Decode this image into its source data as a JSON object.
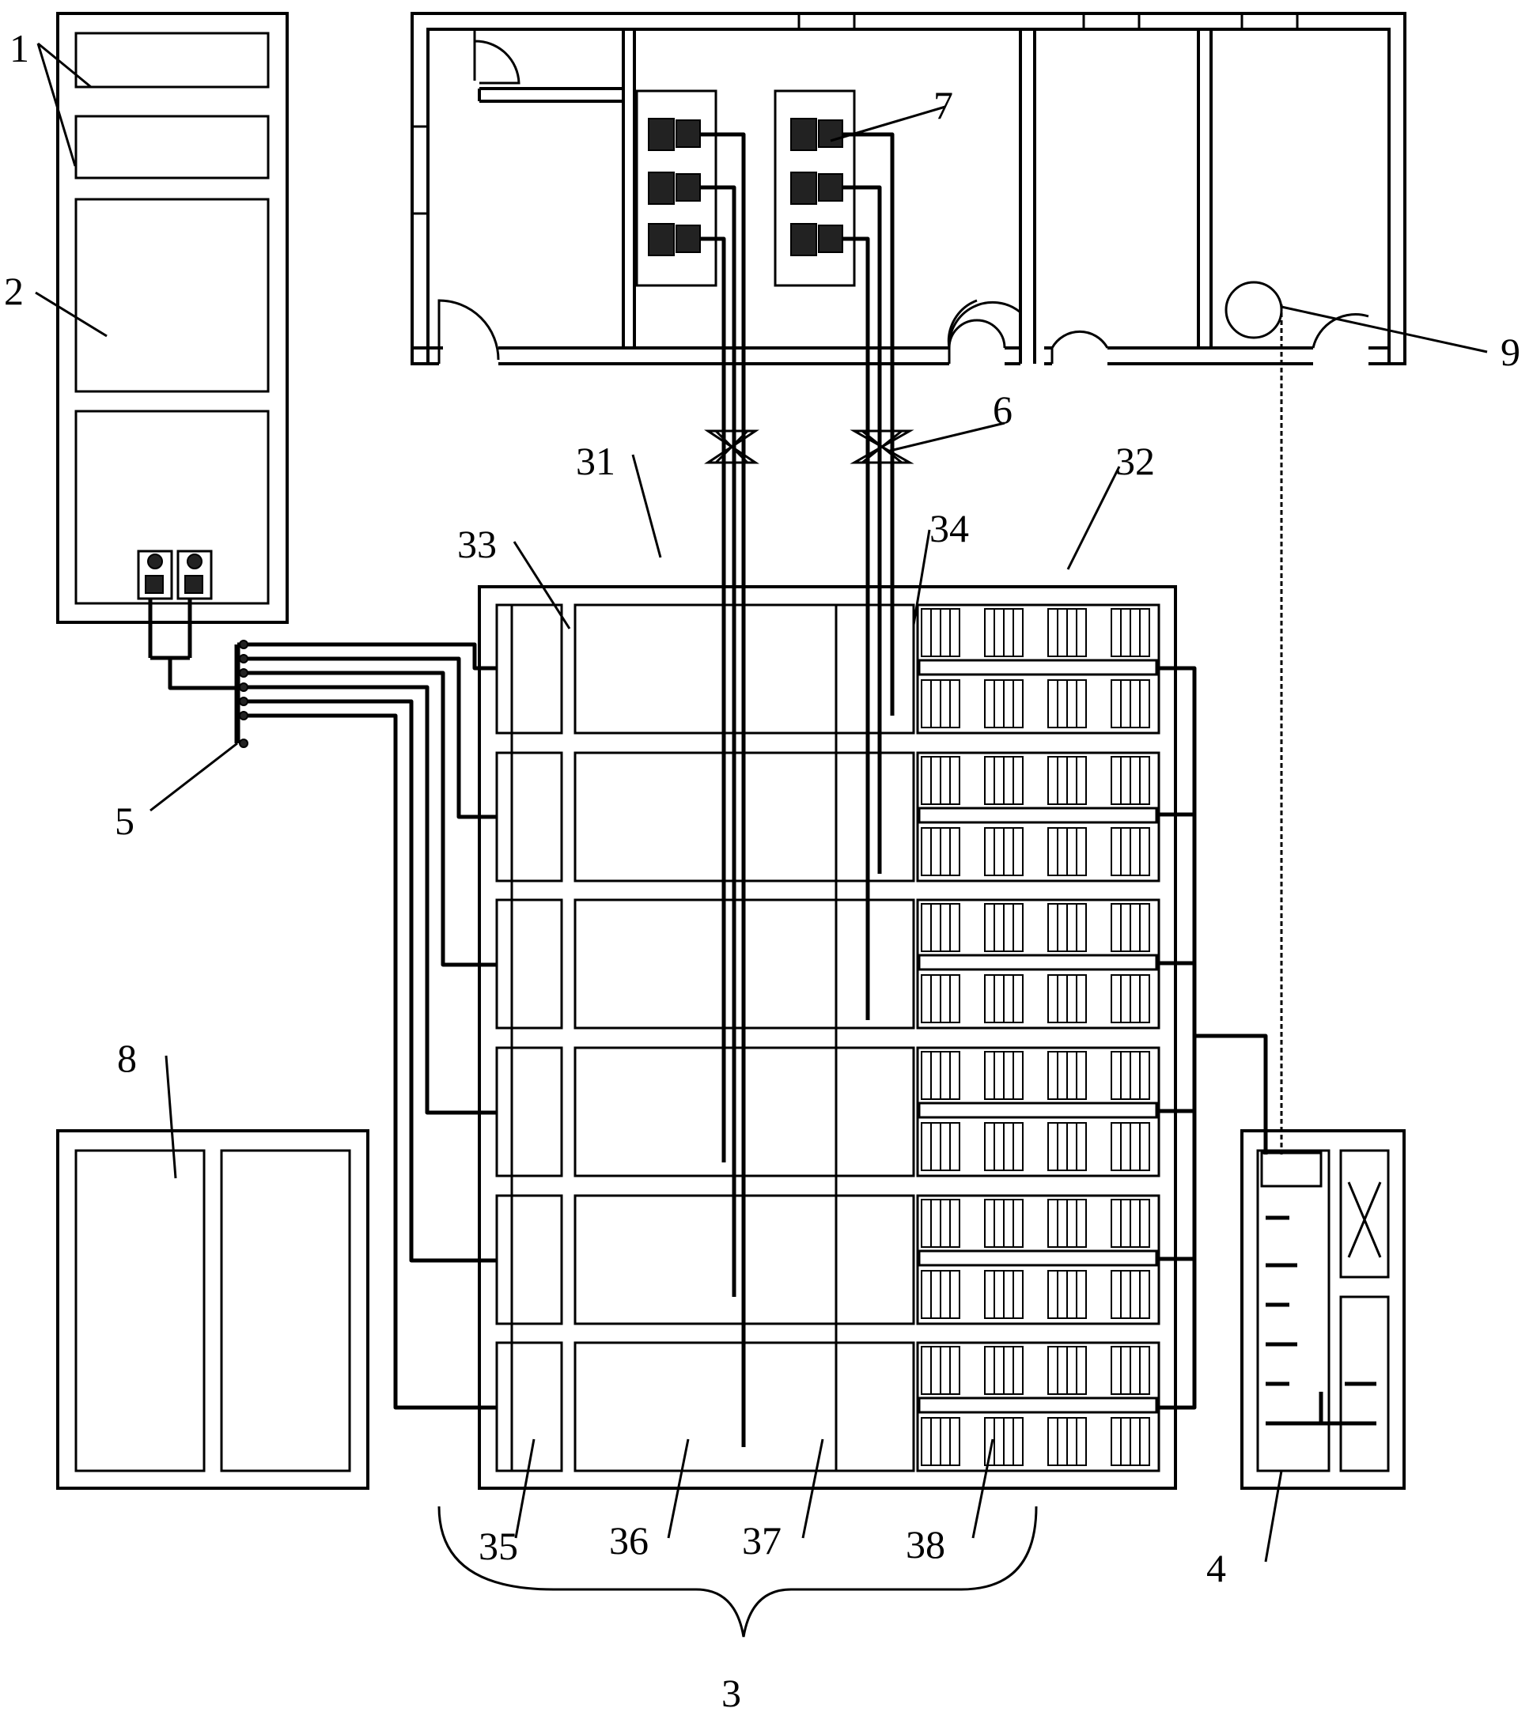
{
  "labels": {
    "l1": "1",
    "l2": "2",
    "l3": "3",
    "l4": "4",
    "l5": "5",
    "l6": "6",
    "l7": "7",
    "l8": "8",
    "l9": "9",
    "l31": "31",
    "l32": "32",
    "l33": "33",
    "l34": "34",
    "l35": "35",
    "l36": "36",
    "l37": "37",
    "l38": "38"
  }
}
